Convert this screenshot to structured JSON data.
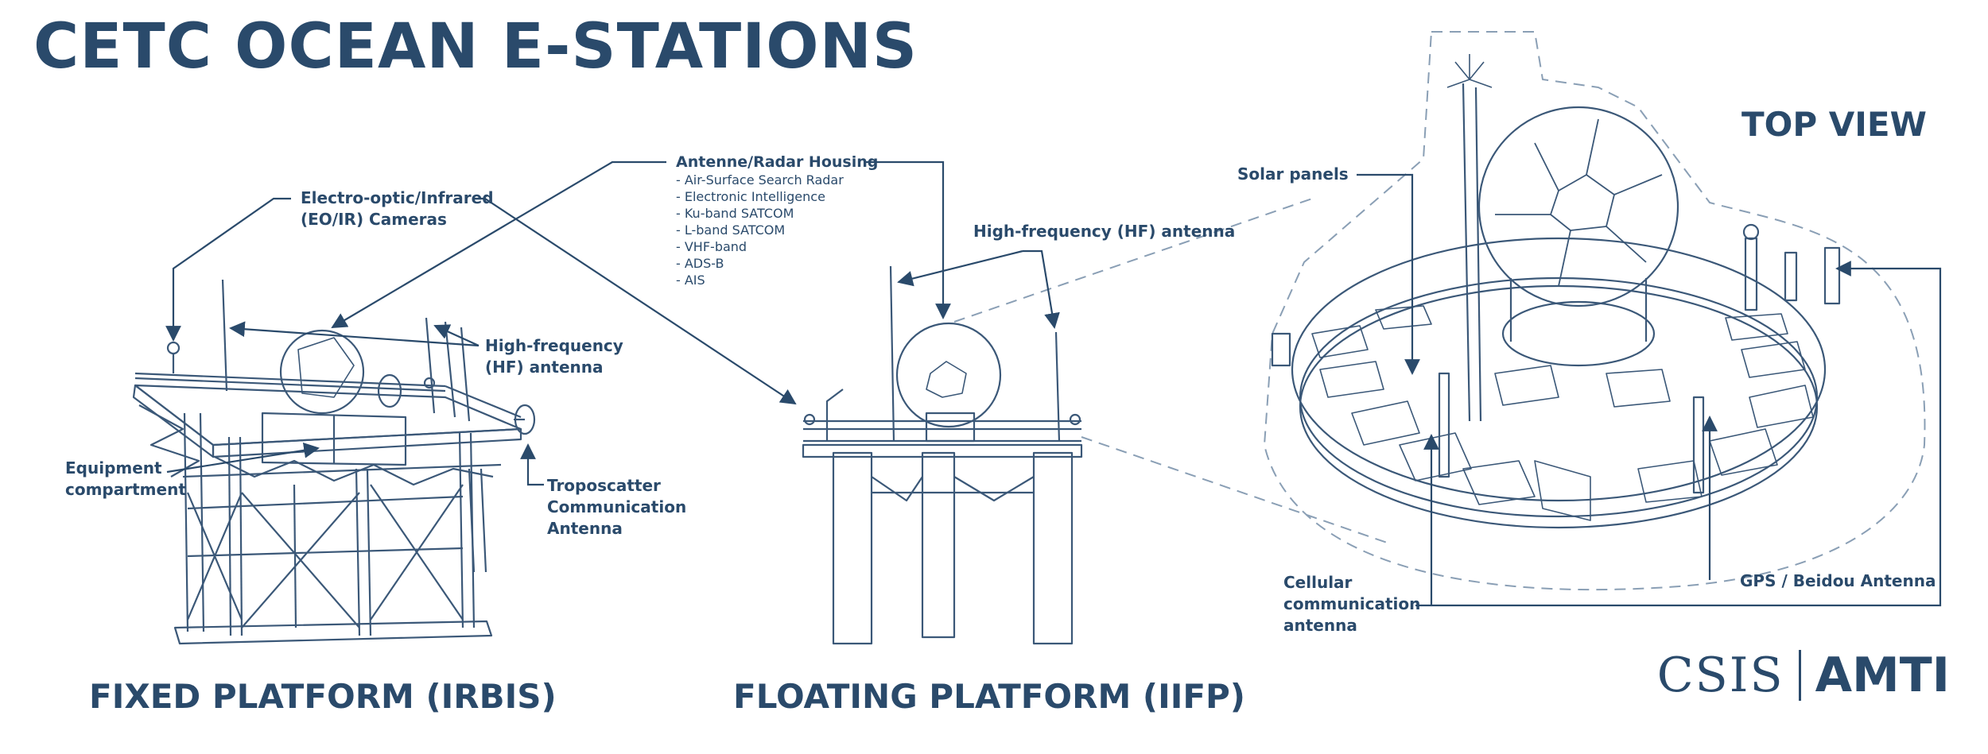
{
  "title": "CETC OCEAN E-STATIONS",
  "sections": {
    "fixed": "FIXED PLATFORM (IRBIS)",
    "floating": "FLOATING PLATFORM (IIFP)",
    "top_view": "TOP VIEW"
  },
  "labels": {
    "eo_ir": [
      "Electro-optic/Infrared",
      "(EO/IR) Cameras"
    ],
    "hf_fixed": [
      "High-frequency",
      "(HF) antenna"
    ],
    "equipment": [
      "Equipment",
      "compartment"
    ],
    "troposcatter": [
      "Troposcatter",
      "Communication",
      "Antenna"
    ],
    "antenne_radar": "Antenne/Radar Housing",
    "radar_items": [
      "- Air-Surface Search Radar",
      "- Electronic Intelligence",
      "- Ku-band SATCOM",
      "- L-band SATCOM",
      "- VHF-band",
      "- ADS-B",
      "- AIS"
    ],
    "hf_floating": "High-frequency (HF) antenna",
    "solar_panels": "Solar panels",
    "cellular": [
      "Cellular",
      "communication",
      "antenna"
    ],
    "gps": "GPS / Beidou Antenna"
  },
  "logo": {
    "left": "CSIS",
    "right": "AMTI"
  },
  "colors": {
    "ink": "#2a4a6b",
    "line": "#3b5878",
    "dash": "#8a9fb5",
    "bg": "#ffffff"
  }
}
